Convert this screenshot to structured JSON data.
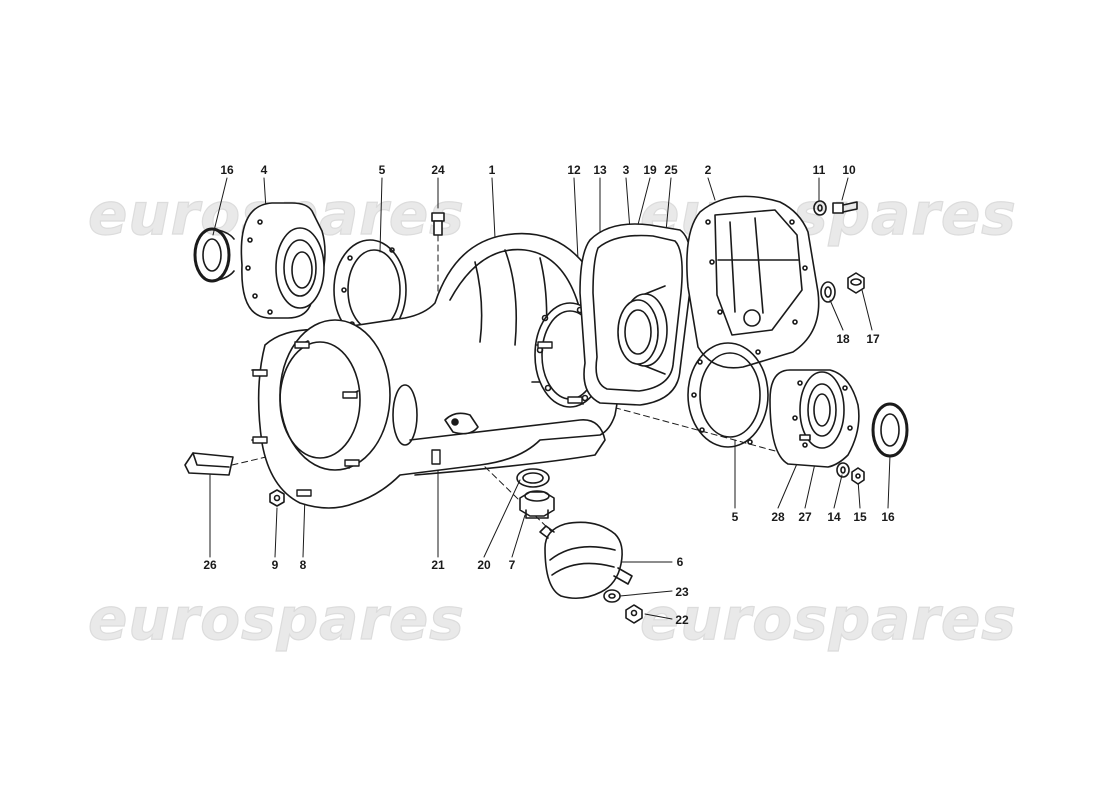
{
  "watermark": {
    "text": "eurospares"
  },
  "callouts": {
    "c1": "1",
    "c2": "2",
    "c3": "3",
    "c4": "4",
    "c5a": "5",
    "c5b": "5",
    "c6": "6",
    "c7": "7",
    "c8": "8",
    "c9": "9",
    "c10": "10",
    "c11": "11",
    "c12": "12",
    "c13": "13",
    "c14": "14",
    "c15": "15",
    "c16a": "16",
    "c16b": "16",
    "c17": "17",
    "c18": "18",
    "c19": "19",
    "c20": "20",
    "c21": "21",
    "c22": "22",
    "c23": "23",
    "c24": "24",
    "c25": "25",
    "c26": "26",
    "c27": "27",
    "c28": "28"
  },
  "colors": {
    "ink": "#1a1a1a",
    "watermark": "#e9e9e9",
    "background": "#ffffff"
  }
}
